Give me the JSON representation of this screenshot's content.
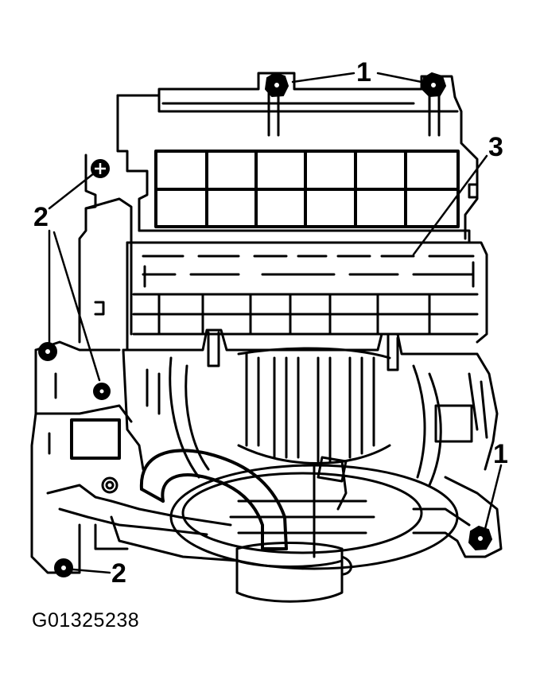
{
  "callouts": {
    "bolt_top": "1",
    "bolt_right": "1",
    "screw_upper_left": "2",
    "screw_lower_left": "2",
    "module_housing": "3"
  },
  "figure_id": "G01325238",
  "colors": {
    "ink": "#000000",
    "paper": "#ffffff"
  }
}
